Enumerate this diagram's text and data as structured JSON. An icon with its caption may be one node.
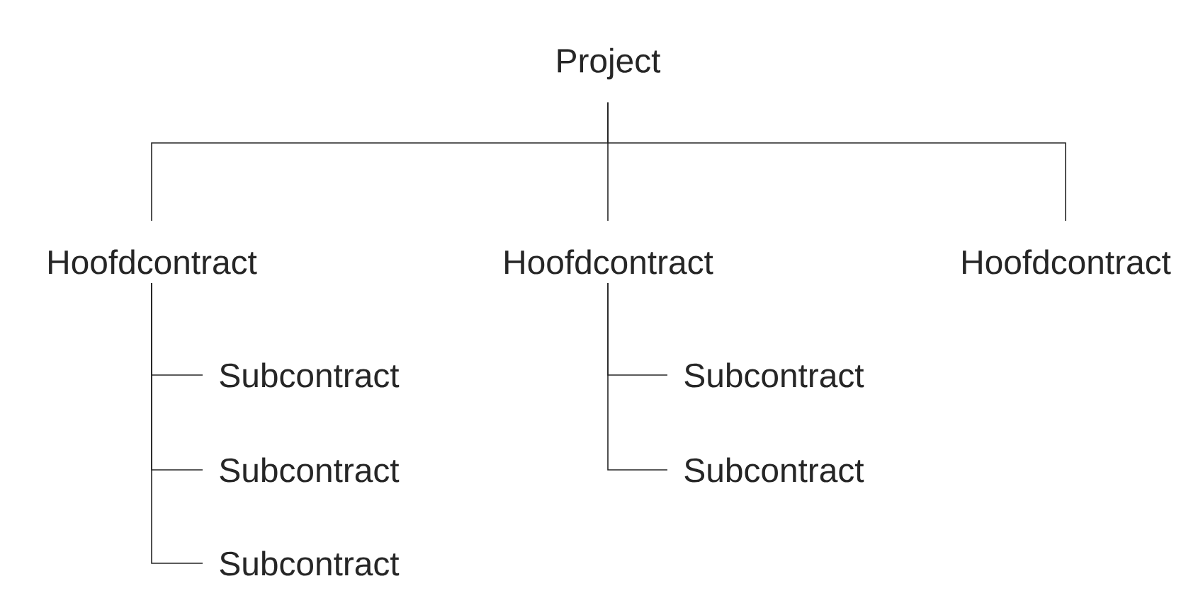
{
  "diagram": {
    "nodes": [
      {
        "text": [
          "Project"
        ]
      },
      {
        "text": [
          "Hoofdcontract"
        ]
      },
      {
        "text": [
          "Hoofdcontract"
        ]
      },
      {
        "text": [
          "Hoofdcontract"
        ]
      },
      {
        "text": [
          "Subcontract"
        ]
      },
      {
        "text": [
          "Subcontract"
        ]
      },
      {
        "text": [
          "Subcontract"
        ]
      },
      {
        "text": [
          "Subcontract"
        ]
      },
      {
        "text": [
          "Subcontract"
        ]
      }
    ],
    "edges": [
      {
        "from": 0,
        "to": 1,
        "arrow": "none"
      },
      {
        "from": 0,
        "to": 2,
        "arrow": "none"
      },
      {
        "from": 0,
        "to": 3,
        "arrow": "none"
      },
      {
        "from": 1,
        "to": 4,
        "arrow": "none"
      },
      {
        "from": 1,
        "to": 5,
        "arrow": "none"
      },
      {
        "from": 1,
        "to": 6,
        "arrow": "none"
      },
      {
        "from": 2,
        "to": 7,
        "arrow": "none"
      },
      {
        "from": 2,
        "to": 8,
        "arrow": "none"
      }
    ]
  }
}
